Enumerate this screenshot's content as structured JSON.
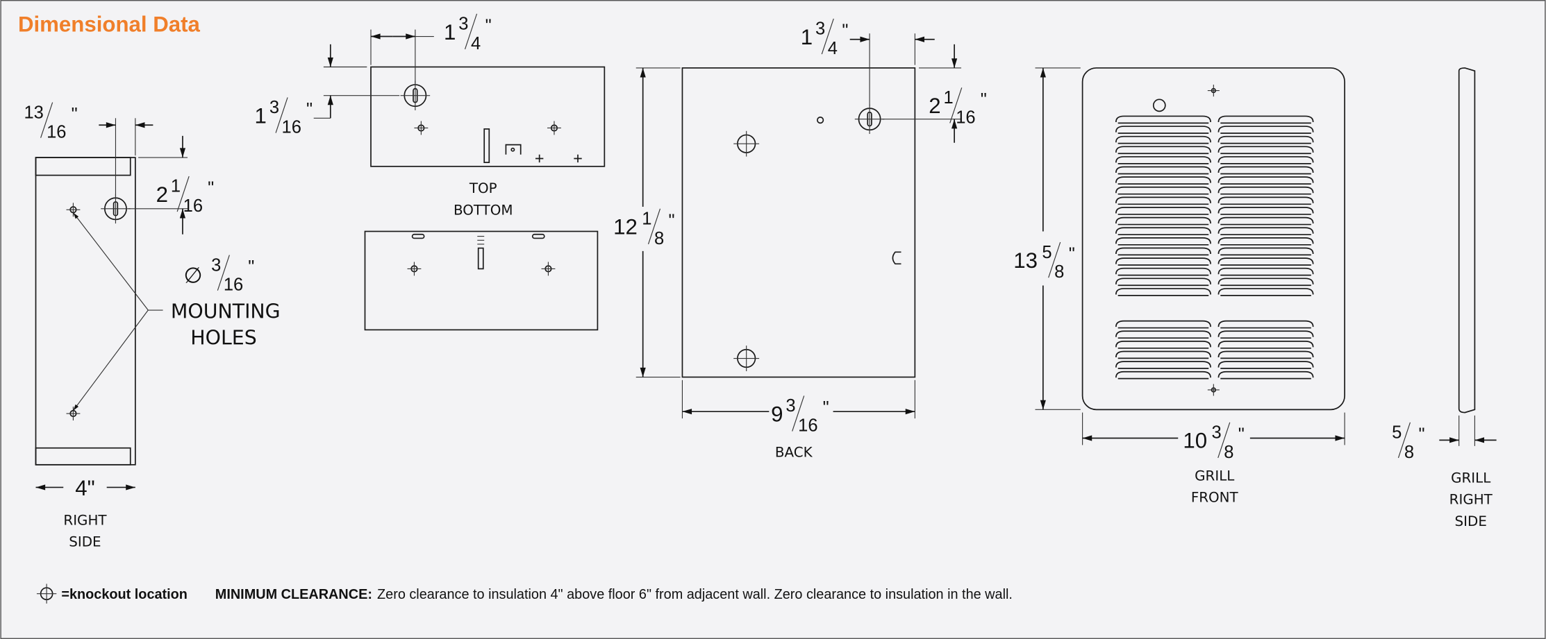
{
  "title": "Dimensional Data",
  "accent_color": "#f07f2a",
  "dimensions": {
    "side_offset": {
      "whole": "",
      "num": "13",
      "den": "16"
    },
    "side_keyhole_drop": {
      "whole": "2",
      "num": "1",
      "den": "16"
    },
    "side_width": {
      "text": "4\""
    },
    "mount_hole_dia": {
      "symbol": "∅",
      "num": "3",
      "den": "16"
    },
    "top_keyhole_x": {
      "whole": "1",
      "num": "3",
      "den": "4"
    },
    "top_keyhole_y": {
      "whole": "1",
      "num": "3",
      "den": "16"
    },
    "back_height": {
      "whole": "12",
      "num": "1",
      "den": "8"
    },
    "back_width": {
      "whole": "9",
      "num": "3",
      "den": "16"
    },
    "back_keyhole_x": {
      "whole": "1",
      "num": "3",
      "den": "4"
    },
    "back_keyhole_y": {
      "whole": "2",
      "num": "1",
      "den": "16"
    },
    "grill_height": {
      "whole": "13",
      "num": "5",
      "den": "8"
    },
    "grill_width": {
      "whole": "10",
      "num": "3",
      "den": "8"
    },
    "grill_depth": {
      "whole": "",
      "num": "5",
      "den": "8"
    }
  },
  "labels": {
    "mounting_holes": [
      "MOUNTING",
      "HOLES"
    ],
    "right_side": [
      "RIGHT",
      "SIDE"
    ],
    "top_bottom": [
      "TOP",
      "BOTTOM"
    ],
    "back": "BACK",
    "grill_front": [
      "GRILL",
      "FRONT"
    ],
    "grill_right_side": [
      "GRILL",
      "RIGHT",
      "SIDE"
    ]
  },
  "footer": {
    "legend": "=knockout location",
    "clearance_label": "MINIMUM CLEARANCE:",
    "clearance_text": "Zero clearance to insulation 4\" above floor 6\" from adjacent wall. Zero clearance to insulation in the wall."
  }
}
